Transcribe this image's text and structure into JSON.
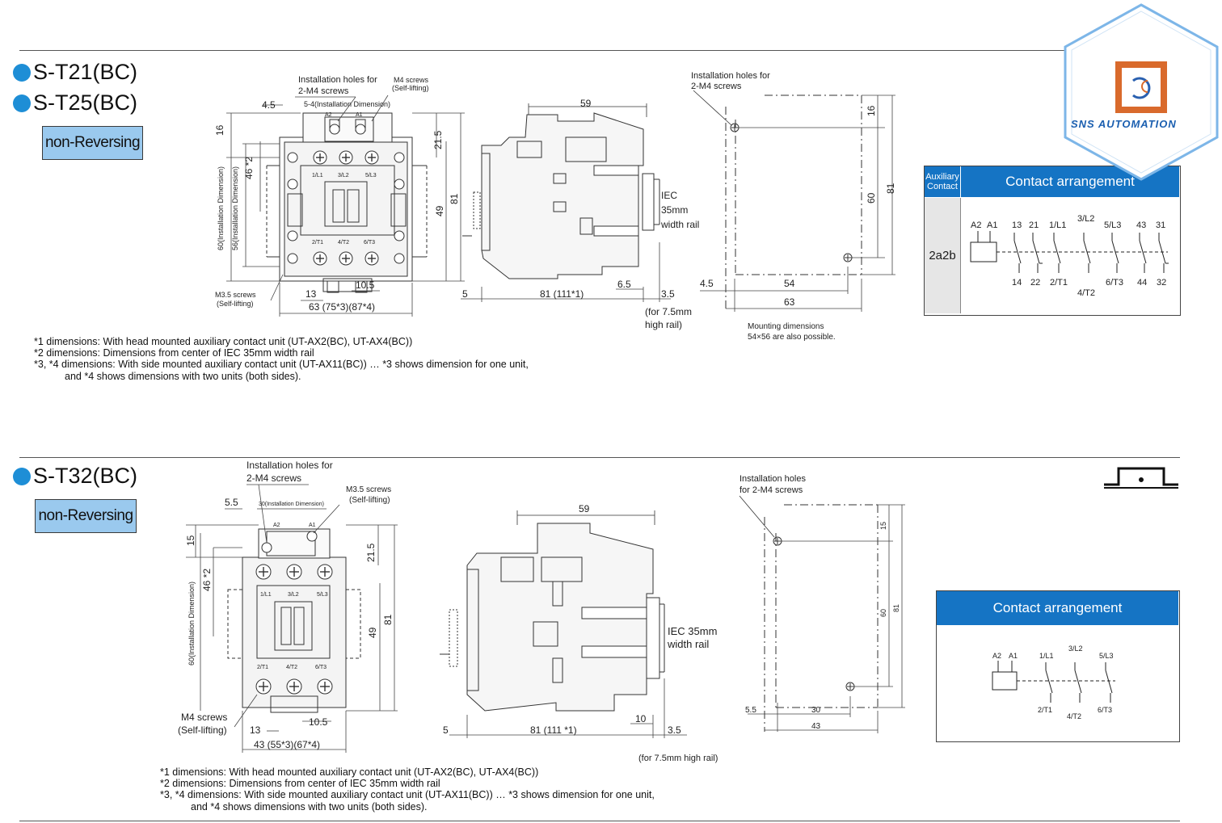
{
  "section1": {
    "models": [
      "S-T21(BC)",
      "S-T25(BC)"
    ],
    "badge": "non-Reversing",
    "front": {
      "install_holes": "Installation holes for",
      "install_holes2": "2-M4 screws",
      "m4_screws": "M4 screws",
      "self_lifting": "(Self-lifting)",
      "install_dim5": "5-4(Installation Dimension)",
      "m35_screws": "M3.5 screws",
      "m35_self": "(Self-lifting)",
      "d45": "4.5",
      "d16": "16",
      "d46": "46 *2",
      "d215": "21.5",
      "d81": "81",
      "d49": "49",
      "d60": "60(Installation Dimension)",
      "d56": "56(Installation Dimension)",
      "d13": "13",
      "d105": "10.5",
      "d63": "63 (75*3)(87*4)",
      "t_a2": "A2",
      "t_a1": "A1",
      "t_l1": "1/L1",
      "t_l2": "3/L2",
      "t_l3": "5/L3",
      "t_t1": "2/T1",
      "t_t2": "4/T2",
      "t_t3": "6/T3"
    },
    "side": {
      "d59": "59",
      "d5": "5",
      "d81": "81 (111*1)",
      "d65": "6.5",
      "d35": "3.5",
      "rail": "IEC",
      "rail2": "35mm",
      "rail3": "width rail",
      "rail_note": "(for 7.5mm",
      "rail_note2": "high rail)"
    },
    "mount": {
      "install_holes": "Installation holes for",
      "install_holes2": "2-M4 screws",
      "d16": "16",
      "d60": "60",
      "d81": "81",
      "d45": "4.5",
      "d54": "54",
      "d63": "63",
      "note": "Mounting dimensions",
      "note2": "54×56 are also possible."
    },
    "contact": {
      "aux_header": "Auxiliary Contact",
      "header": "Contact arrangement",
      "aux_value": "2a2b",
      "top_labels": [
        "A2",
        "A1",
        "13",
        "21",
        "1/L1",
        "3/L2",
        "5/L3",
        "43",
        "31"
      ],
      "bottom_labels": [
        "14",
        "22",
        "2/T1",
        "4/T2",
        "6/T3",
        "44",
        "32"
      ]
    },
    "notes": [
      "*1 dimensions: With head mounted auxiliary contact unit (UT-AX2(BC), UT-AX4(BC))",
      "*2 dimensions: Dimensions from center of IEC 35mm width rail",
      "*3, *4 dimensions: With side mounted auxiliary contact unit (UT-AX11(BC)) … *3 shows dimension for one unit,",
      "and *4 shows dimensions with two units (both sides)."
    ]
  },
  "section2": {
    "model": "S-T32(BC)",
    "badge": "non-Reversing",
    "front": {
      "install_holes": "Installation holes for",
      "install_holes2": "2-M4 screws",
      "m35_screws": "M3.5 screws",
      "self_lifting": "(Self-lifting)",
      "install_dim30": "30(Installation Dimension)",
      "d55": "5.5",
      "d15": "15",
      "d46": "46 *2",
      "d215": "21.5",
      "d49": "49",
      "d81": "81",
      "d60": "60(Installation Dimension)",
      "m4_screws": "M4 screws",
      "m4_self": "(Self-lifting)",
      "d13": "13",
      "d105": "10.5",
      "d43": "43 (55*3)(67*4)",
      "t_a2": "A2",
      "t_a1": "A1",
      "t_l1": "1/L1",
      "t_l2": "3/L2",
      "t_l3": "5/L3",
      "t_t1": "2/T1",
      "t_t2": "4/T2",
      "t_t3": "6/T3"
    },
    "side": {
      "d59": "59",
      "d5": "5",
      "d81": "81 (111 *1)",
      "d10": "10",
      "d35": "3.5",
      "rail": "IEC 35mm",
      "rail2": "width rail",
      "rail_note": "(for 7.5mm high rail)"
    },
    "mount": {
      "install_holes": "Installation holes",
      "install_holes2": "for 2-M4 screws",
      "d15": "15",
      "d60": "60",
      "d81": "81",
      "d55": "5.5",
      "d30": "30",
      "d43": "43"
    },
    "contact": {
      "header": "Contact arrangement",
      "top_labels": [
        "A2",
        "A1",
        "1/L1",
        "3/L2",
        "5/L3"
      ],
      "bottom_labels": [
        "2/T1",
        "4/T2",
        "6/T3"
      ]
    },
    "notes": [
      "*1 dimensions: With head mounted auxiliary contact unit (UT-AX2(BC), UT-AX4(BC))",
      "*2 dimensions: Dimensions from center of IEC 35mm width rail",
      "*3, *4 dimensions: With side mounted auxiliary contact unit (UT-AX11(BC)) … *3 shows dimension for one unit,",
      "and *4 shows dimensions with two units (both sides)."
    ]
  },
  "logo": {
    "text": "SNS AUTOMATION",
    "color": "#1b5fb0"
  },
  "colors": {
    "accent": "#1e8ed6",
    "header": "#1574c4",
    "badge": "#9ac9ee"
  }
}
